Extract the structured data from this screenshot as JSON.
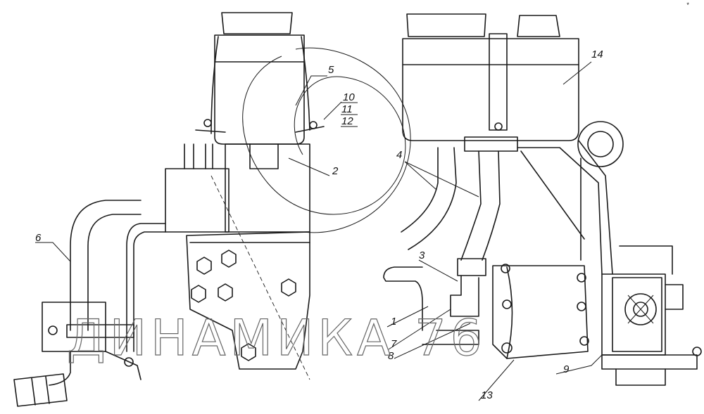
{
  "watermark": "ДИНАМИКА 76",
  "corner_mark": "*",
  "callouts": [
    "1",
    "2",
    "3",
    "4",
    "5",
    "6",
    "7",
    "8",
    "9",
    "10",
    "11",
    "12",
    "13",
    "14"
  ],
  "colors": {
    "ink": "#1a1a1a",
    "watermark": "#666666",
    "background": "#ffffff"
  }
}
